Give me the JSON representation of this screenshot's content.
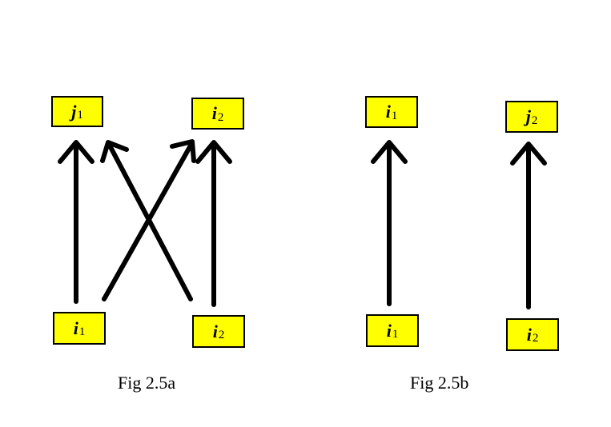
{
  "figure_a": {
    "caption": "Fig 2.5a",
    "nodes": {
      "top_left": {
        "letter": "j",
        "sub": "1"
      },
      "top_right": {
        "letter": "i",
        "sub": "2"
      },
      "bottom_left": {
        "letter": "i",
        "sub": "1"
      },
      "bottom_right": {
        "letter": "i",
        "sub": "2"
      }
    }
  },
  "figure_b": {
    "caption": "Fig 2.5b",
    "nodes": {
      "top_left": {
        "letter": "i",
        "sub": "1"
      },
      "top_right": {
        "letter": "j",
        "sub": "2"
      },
      "bottom_left": {
        "letter": "i",
        "sub": "1"
      },
      "bottom_right": {
        "letter": "i",
        "sub": "2"
      }
    }
  },
  "colors": {
    "node_fill": "#ffff00",
    "stroke": "#000000",
    "background": "#ffffff"
  }
}
